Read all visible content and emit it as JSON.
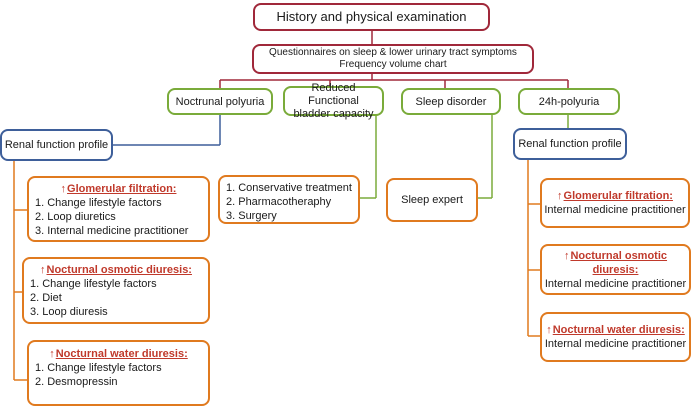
{
  "top": {
    "title": "History and physical examination",
    "questionnaire_line1": "Questionnaires on sleep & lower urinary tract symptoms",
    "questionnaire_line2": "Frequency volume chart"
  },
  "categories": {
    "nocturnal_polyuria": "Noctrunal polyuria",
    "reduced_capacity_line1": "Reduced Functional",
    "reduced_capacity_line2": "bladder capacity",
    "sleep_disorder": "Sleep disorder",
    "polyuria_24h": "24h-polyuria"
  },
  "left": {
    "renal_profile": "Renal function profile",
    "glomerular": {
      "arrow": "↑",
      "heading": "Glomerular filtration:",
      "items": [
        "1. Change lifestyle factors",
        "2. Loop diuretics",
        "3. Internal medicine practitioner"
      ]
    },
    "osmotic": {
      "arrow": "↑",
      "heading": "Nocturnal osmotic diuresis:",
      "items": [
        "1. Change lifestyle factors",
        "2. Diet",
        "3. Loop diuresis"
      ]
    },
    "water": {
      "arrow": "↑",
      "heading": "Nocturnal water diuresis:",
      "items": [
        "1. Change lifestyle factors",
        "2. Desmopressin"
      ]
    }
  },
  "middle": {
    "treatment_items": [
      "1. Conservative treatment",
      "2. Pharmacotheraphy",
      "3. Surgery"
    ],
    "sleep_expert": "Sleep expert"
  },
  "right": {
    "renal_profile": "Renal function profile",
    "glomerular": {
      "arrow": "↑",
      "heading": "Glomerular filtration:",
      "text": "Internal medicine practitioner"
    },
    "osmotic": {
      "arrow": "↑",
      "heading": "Nocturnal osmotic diuresis:",
      "text": "Internal medicine practitioner"
    },
    "water": {
      "arrow": "↑",
      "heading": "Nocturnal water diuresis:",
      "text": "Internal medicine practitioner"
    }
  },
  "colors": {
    "red": "#a0283a",
    "green": "#7aab3a",
    "blue": "#3e5f9a",
    "orange": "#e07a1f",
    "heading_red": "#c0392b"
  }
}
